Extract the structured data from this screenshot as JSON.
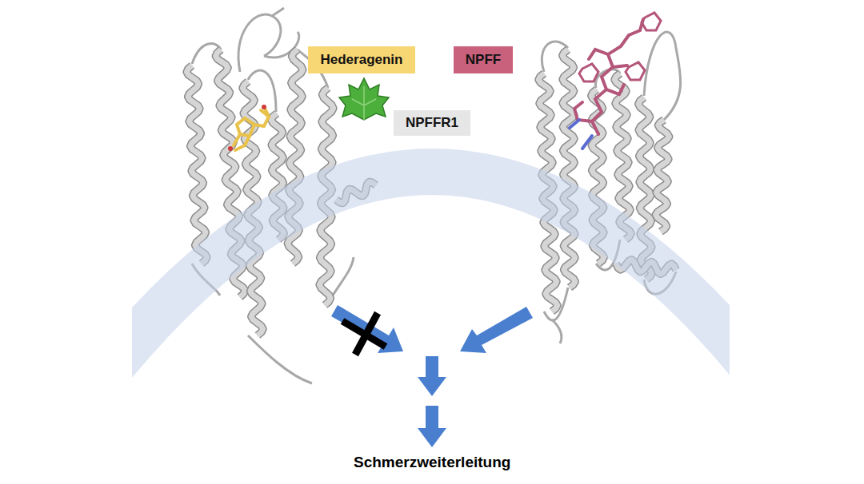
{
  "diagram": {
    "nodes": [
      {
        "text": [
          "Hederagenin"
        ]
      },
      {
        "text": [
          "NPFF"
        ]
      },
      {
        "text": [
          "NPFFR1"
        ]
      }
    ],
    "labels": [
      "Schmerzweiterleitung"
    ]
  }
}
